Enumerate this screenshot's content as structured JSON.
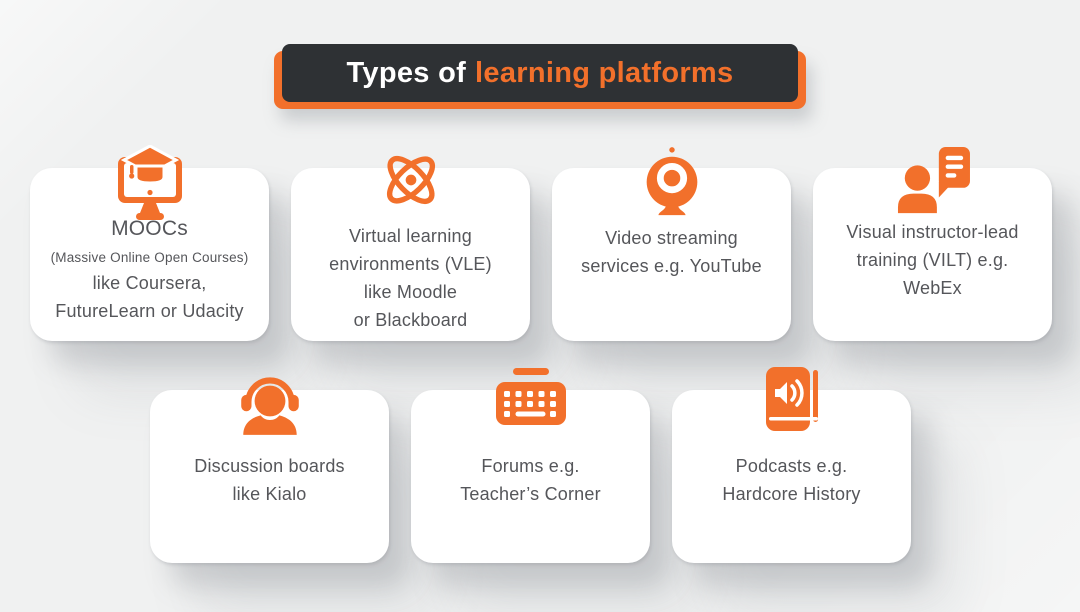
{
  "colors": {
    "orange": "#f2702b",
    "banner_dark": "#2e3134",
    "card_background": "#ffffff",
    "page_background": "#f0f1f1",
    "body_text": "#55565a"
  },
  "header": {
    "title_prefix": "Types of",
    "title_highlight": "learning platforms"
  },
  "cards": [
    {
      "id": "moocs",
      "icon": "monitor-graduation-cap-icon",
      "lines": [
        "MOOCs",
        "(Massive Online Open Courses)",
        "like Coursera,",
        "FutureLearn or Udacity"
      ]
    },
    {
      "id": "vle",
      "icon": "atom-icon",
      "lines": [
        "Virtual learning",
        "environments (VLE)",
        "like Moodle",
        "or Blackboard"
      ]
    },
    {
      "id": "video-streaming",
      "icon": "webcam-icon",
      "lines": [
        "Video streaming",
        "services e.g. YouTube"
      ]
    },
    {
      "id": "vilt",
      "icon": "presenter-speech-card-icon",
      "lines": [
        "Visual instructor-lead",
        "training (VILT) e.g.",
        "WebEx"
      ]
    },
    {
      "id": "discussion-boards",
      "icon": "headset-person-icon",
      "lines": [
        "Discussion boards",
        "like Kialo"
      ]
    },
    {
      "id": "forums",
      "icon": "keyboard-icon",
      "lines": [
        "Forums e.g.",
        "Teacher’s Corner"
      ]
    },
    {
      "id": "podcasts",
      "icon": "audiobook-speaker-icon",
      "lines": [
        "Podcasts e.g.",
        "Hardcore History"
      ]
    }
  ]
}
